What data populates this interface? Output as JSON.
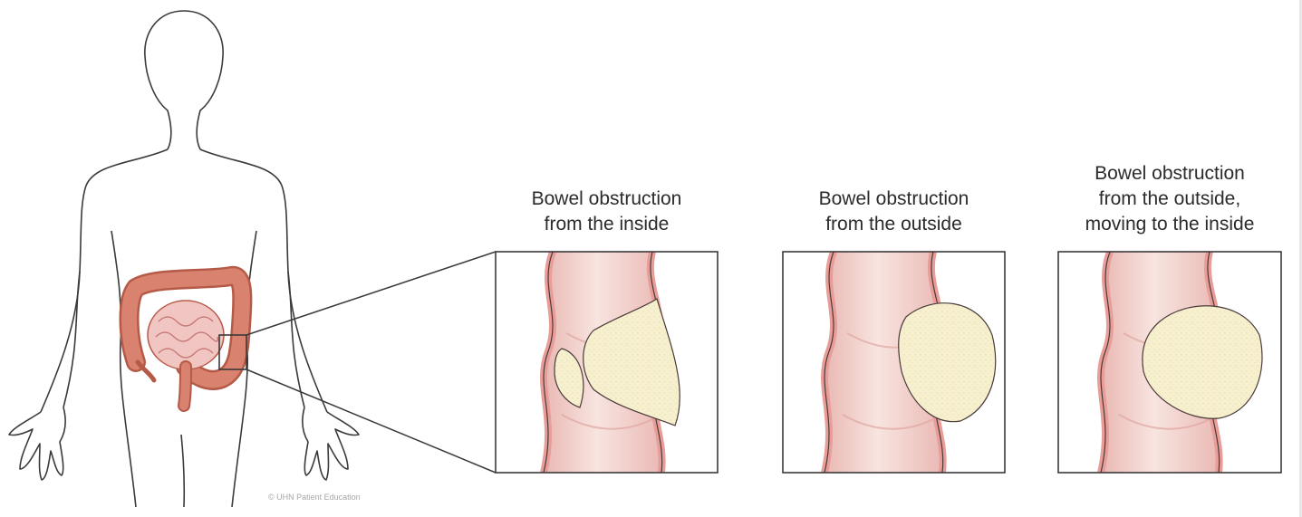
{
  "panels": [
    {
      "caption": "Bowel obstruction\nfrom the inside"
    },
    {
      "caption": "Bowel obstruction\nfrom the outside"
    },
    {
      "caption": "Bowel obstruction\nfrom the outside,\nmoving to the inside"
    }
  ],
  "credit": "© UHN Patient Education",
  "colors": {
    "outline": "#3a3a3a",
    "intestine": "#d9826f",
    "intestine_dark": "#b65a48",
    "bowel_wall": "#e9a3a0",
    "bowel_inner": "#f4d3cf",
    "mass_fill": "#f6f0cf"
  }
}
